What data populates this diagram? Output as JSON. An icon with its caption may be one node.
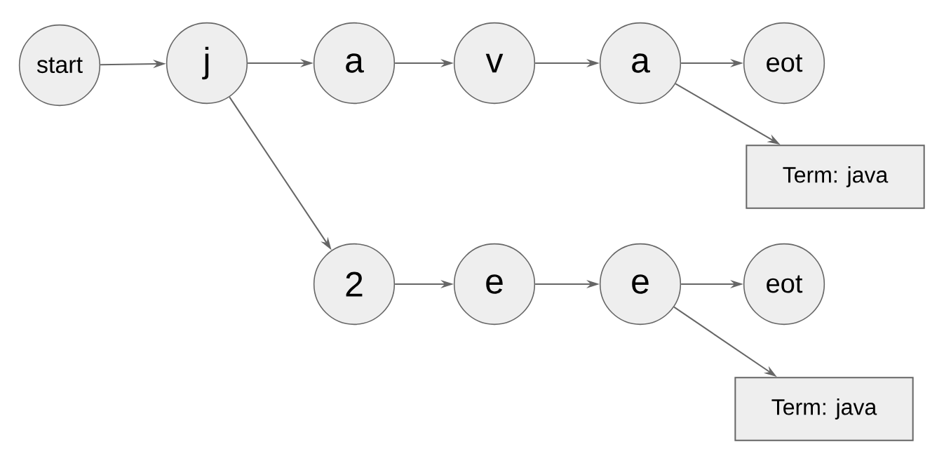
{
  "diagram": {
    "nodes": [
      {
        "text": [
          "start"
        ]
      },
      {
        "text": [
          "j"
        ]
      },
      {
        "text": [
          "a"
        ]
      },
      {
        "text": [
          "v"
        ]
      },
      {
        "text": [
          "a"
        ]
      },
      {
        "text": [
          "eot"
        ]
      },
      {
        "text": [
          "Term: java"
        ]
      },
      {
        "text": [
          "2"
        ]
      },
      {
        "text": [
          "e"
        ]
      },
      {
        "text": [
          "e"
        ]
      },
      {
        "text": [
          "eot"
        ]
      },
      {
        "text": [
          "Term: java"
        ]
      }
    ],
    "edges": [
      {
        "from": 0,
        "to": 1,
        "arrow": "to"
      },
      {
        "from": 1,
        "to": 2,
        "arrow": "to"
      },
      {
        "from": 2,
        "to": 3,
        "arrow": "to"
      },
      {
        "from": 3,
        "to": 4,
        "arrow": "to"
      },
      {
        "from": 4,
        "to": 5,
        "arrow": "to"
      },
      {
        "from": 4,
        "to": 6,
        "arrow": "to"
      },
      {
        "from": 1,
        "to": 7,
        "arrow": "to"
      },
      {
        "from": 7,
        "to": 8,
        "arrow": "to"
      },
      {
        "from": 8,
        "to": 9,
        "arrow": "to"
      },
      {
        "from": 9,
        "to": 10,
        "arrow": "to"
      },
      {
        "from": 9,
        "to": 11,
        "arrow": "to"
      }
    ]
  }
}
